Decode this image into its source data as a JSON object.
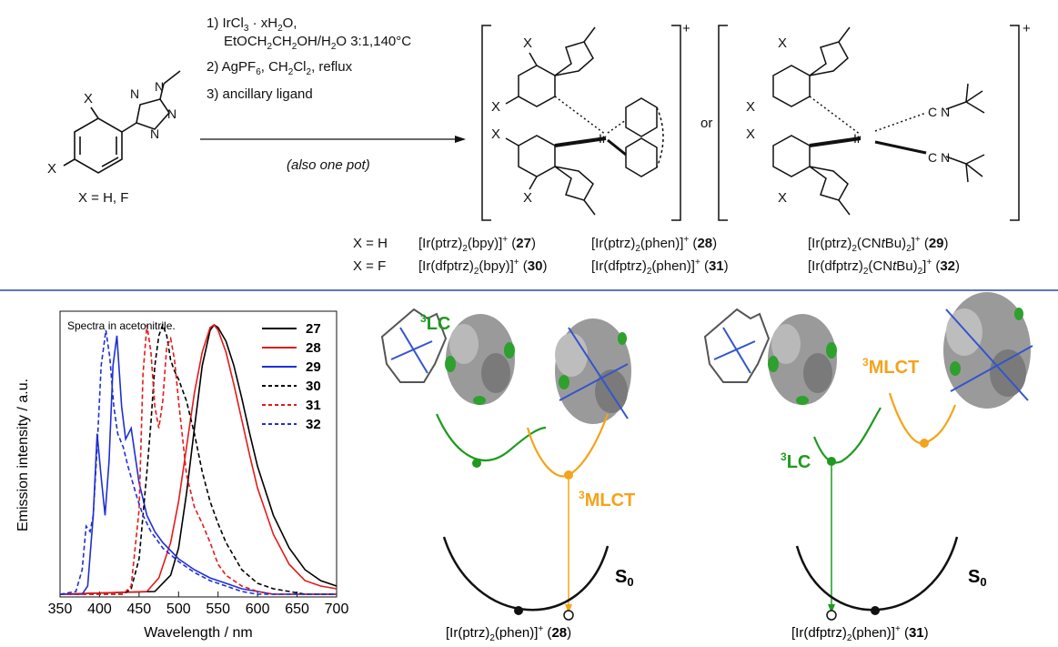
{
  "scheme": {
    "sm_x1": "X",
    "sm_x2": "X",
    "sm_n1": "N",
    "sm_n2": "N",
    "sm_n3": "N",
    "sm_n4": "N",
    "x_def": "X = H, F",
    "step1a": "1) IrCl",
    "step1a_sub": "3",
    "step1a_tail": " · xH",
    "step1a_sub2": "2",
    "step1a_end": "O,",
    "step1b": "EtOCH",
    "step1b_s1": "2",
    "step1b_m1": "CH",
    "step1b_s2": "2",
    "step1b_end": "OH/H",
    "step1b_s3": "2",
    "step1b_end2": "O 3:1,140°C",
    "step2": "2) AgPF",
    "step2_s1": "6",
    "step2_m": ", CH",
    "step2_s2": "2",
    "step2_m2": "Cl",
    "step2_s3": "2",
    "step2_end": ", reflux",
    "step3": "3) ancillary ligand",
    "note": "(also one pot)",
    "ir": "Ir",
    "or": "or",
    "plus": "+",
    "cn1": "C",
    "cn1n": "N",
    "lbl_xh": "X = H",
    "lbl_xf": "X = F",
    "c27a": "[Ir(ptrz)",
    "c27s": "2",
    "c27b": "(bpy)]",
    "c27n": "27",
    "c28a": "[Ir(ptrz)",
    "c28s": "2",
    "c28b": "(phen)]",
    "c28n": "28",
    "c29a": "[Ir(ptrz)",
    "c29s": "2",
    "c29b": "(CN",
    "c29i": "t",
    "c29c": "Bu)",
    "c29s2": "2",
    "c29d": "]",
    "c29n": "29",
    "c30a": "[Ir(dfptrz)",
    "c30s": "2",
    "c30b": "(bpy)]",
    "c30n": "30",
    "c31a": "[Ir(dfptrz)",
    "c31s": "2",
    "c31b": "(phen)]",
    "c31n": "31",
    "c32a": "[Ir(dfptrz)",
    "c32s": "2",
    "c32b": "(CN",
    "c32i": "t",
    "c32c": "Bu)",
    "c32s2": "2",
    "c32d": "]",
    "c32n": "32",
    "sup_plus": "+"
  },
  "chart_data": {
    "type": "line",
    "annotation": "Spectra in acetonitrile.",
    "xlabel": "Wavelength  /  nm",
    "ylabel": "Emission intensity  / a.u.",
    "xlim": [
      350,
      700
    ],
    "ylim": [
      0,
      1.05
    ],
    "xticks": [
      "350",
      "400",
      "450",
      "500",
      "550",
      "600",
      "650",
      "700"
    ],
    "grid": false,
    "legend_position": "top-right",
    "series": [
      {
        "name": "27",
        "color": "#000000",
        "dash": "solid",
        "x": [
          350,
          470,
          490,
          500,
          510,
          520,
          530,
          540,
          545,
          550,
          560,
          570,
          580,
          590,
          600,
          620,
          640,
          660,
          680,
          700
        ],
        "y": [
          0.01,
          0.02,
          0.08,
          0.18,
          0.38,
          0.62,
          0.85,
          0.98,
          1.0,
          0.99,
          0.94,
          0.85,
          0.73,
          0.6,
          0.48,
          0.3,
          0.18,
          0.1,
          0.06,
          0.04
        ]
      },
      {
        "name": "28",
        "color": "#e41a1c",
        "dash": "solid",
        "x": [
          350,
          460,
          475,
          490,
          500,
          510,
          520,
          530,
          540,
          545,
          550,
          560,
          570,
          580,
          590,
          600,
          620,
          640,
          660,
          680,
          700
        ],
        "y": [
          0.01,
          0.02,
          0.07,
          0.2,
          0.35,
          0.55,
          0.75,
          0.9,
          0.99,
          1.0,
          0.98,
          0.9,
          0.78,
          0.65,
          0.52,
          0.4,
          0.23,
          0.12,
          0.06,
          0.04,
          0.03
        ]
      },
      {
        "name": "29",
        "color": "#1f2fd6",
        "dash": "solid",
        "x": [
          350,
          378,
          385,
          392,
          397,
          402,
          407,
          412,
          417,
          422,
          428,
          433,
          440,
          445,
          450,
          460,
          470,
          480,
          500,
          520,
          540,
          560,
          580,
          600,
          620,
          650,
          700
        ],
        "y": [
          0.01,
          0.01,
          0.04,
          0.3,
          0.6,
          0.44,
          0.3,
          0.5,
          0.85,
          0.96,
          0.7,
          0.58,
          0.62,
          0.52,
          0.42,
          0.3,
          0.24,
          0.2,
          0.14,
          0.1,
          0.07,
          0.05,
          0.03,
          0.02,
          0.01,
          0.01,
          0.01
        ]
      },
      {
        "name": "30",
        "color": "#000000",
        "dash": "dash",
        "x": [
          350,
          430,
          440,
          450,
          460,
          465,
          470,
          475,
          480,
          485,
          490,
          495,
          500,
          510,
          520,
          530,
          540,
          550,
          560,
          580,
          600,
          620,
          640,
          660,
          700
        ],
        "y": [
          0.01,
          0.01,
          0.03,
          0.14,
          0.46,
          0.64,
          0.85,
          0.96,
          1.0,
          0.96,
          0.87,
          0.83,
          0.8,
          0.72,
          0.6,
          0.46,
          0.35,
          0.27,
          0.2,
          0.1,
          0.05,
          0.03,
          0.02,
          0.01,
          0.01
        ]
      },
      {
        "name": "31",
        "color": "#e41a1c",
        "dash": "dash",
        "x": [
          350,
          430,
          440,
          450,
          455,
          460,
          465,
          470,
          475,
          480,
          485,
          490,
          495,
          500,
          510,
          520,
          530,
          540,
          550,
          560,
          580,
          600,
          620,
          650,
          700
        ],
        "y": [
          0.01,
          0.01,
          0.04,
          0.32,
          0.82,
          1.0,
          0.9,
          0.7,
          0.62,
          0.72,
          0.92,
          0.95,
          0.87,
          0.72,
          0.45,
          0.33,
          0.27,
          0.2,
          0.12,
          0.08,
          0.04,
          0.02,
          0.01,
          0.01,
          0.01
        ]
      },
      {
        "name": "32",
        "color": "#1f2fd6",
        "dash": "dash",
        "x": [
          350,
          370,
          378,
          383,
          388,
          392,
          397,
          402,
          408,
          413,
          418,
          423,
          430,
          436,
          442,
          448,
          455,
          465,
          480,
          500,
          520,
          540,
          560,
          580,
          600,
          620,
          650,
          700
        ],
        "y": [
          0.01,
          0.02,
          0.1,
          0.26,
          0.24,
          0.3,
          0.55,
          0.85,
          0.98,
          0.88,
          0.7,
          0.6,
          0.55,
          0.48,
          0.42,
          0.36,
          0.3,
          0.24,
          0.18,
          0.13,
          0.09,
          0.06,
          0.04,
          0.02,
          0.01,
          0.01,
          0.01,
          0.01
        ]
      }
    ]
  },
  "diagram": {
    "lc_left": "LC",
    "lc_right": "LC",
    "mlct_left": "MLCT",
    "mlct_right": "MLCT",
    "sup3": "3",
    "s0_left": "S",
    "s0_left_sub": "0",
    "s0_right": "S",
    "s0_right_sub": "0",
    "bot_left_a": "[Ir(ptrz)",
    "bot_left_s": "2",
    "bot_left_b": "(phen)]",
    "bot_left_n": "28",
    "bot_right_a": "[Ir(dfptrz)",
    "bot_right_s": "2",
    "bot_right_b": "(phen)]",
    "bot_right_n": "31",
    "green": "#1e9a1e",
    "orange": "#f5a31a"
  }
}
